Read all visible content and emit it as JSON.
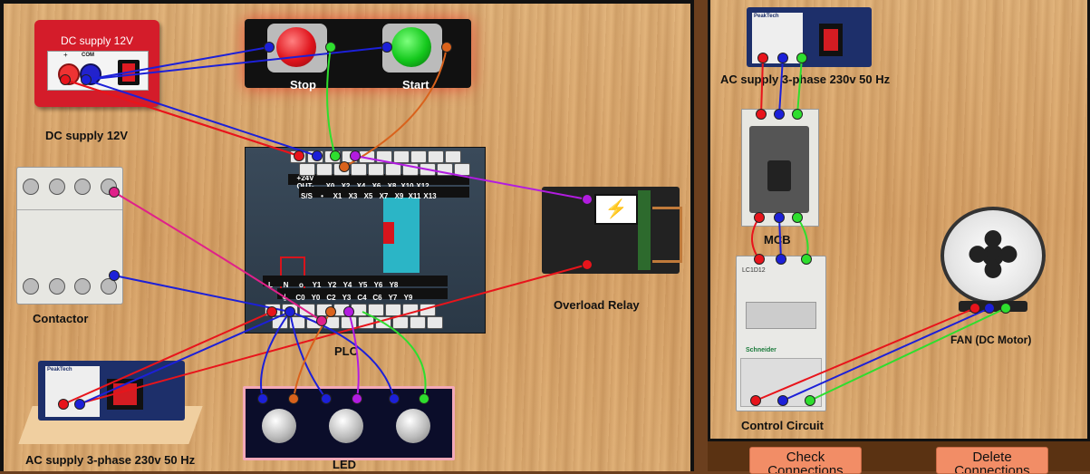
{
  "left_panel": {
    "dc_supply": {
      "title": "DC supply 12V",
      "plus": "+",
      "com": "COM",
      "label": "DC supply 12V"
    },
    "stop_button": {
      "label": "Stop"
    },
    "start_button": {
      "label": "Start"
    },
    "contactor": {
      "label": "Contactor"
    },
    "plc": {
      "label": "PLC",
      "top_row1": [
        "+24V OUT-",
        "X0",
        "X2",
        "X4",
        "X6",
        "X8",
        "X10",
        "X12"
      ],
      "top_row2": [
        "S/S",
        "•",
        "X1",
        "X3",
        "X5",
        "X7",
        "X9",
        "X11",
        "X13"
      ],
      "bottom_row1": [
        "L",
        "N",
        "o",
        "Y1",
        "Y2",
        "Y4",
        "Y5",
        "Y6",
        "Y8"
      ],
      "bottom_row2": [
        "⏚",
        "C0",
        "Y0",
        "C2",
        "Y3",
        "C4",
        "C6",
        "Y7",
        "Y9"
      ]
    },
    "overload_relay": {
      "label": "Overload Relay"
    },
    "ac_supply": {
      "brand": "PeakTech",
      "label": "AC supply 3-phase 230v 50 Hz"
    },
    "led": {
      "label": "LED"
    }
  },
  "right_panel": {
    "ac_supply": {
      "brand": "PeakTech",
      "label": "AC supply 3-phase 230v 50 Hz"
    },
    "mcb": {
      "label": "MCB"
    },
    "control_circuit": {
      "label": "Control Circuit",
      "model": "LC1D12",
      "brand": "Schneider"
    },
    "fan": {
      "label": "FAN (DC Motor)"
    }
  },
  "actions": {
    "check_connections": "Check Connections",
    "delete_connections": "Delete Connections"
  },
  "colors": {
    "red_wire": "#e8141b",
    "blue_wire": "#1c20d8",
    "green_wire": "#2ede2e",
    "orange_wire": "#d9621c",
    "purple_wire": "#b21ce0",
    "pink_wire": "#e0208a"
  }
}
